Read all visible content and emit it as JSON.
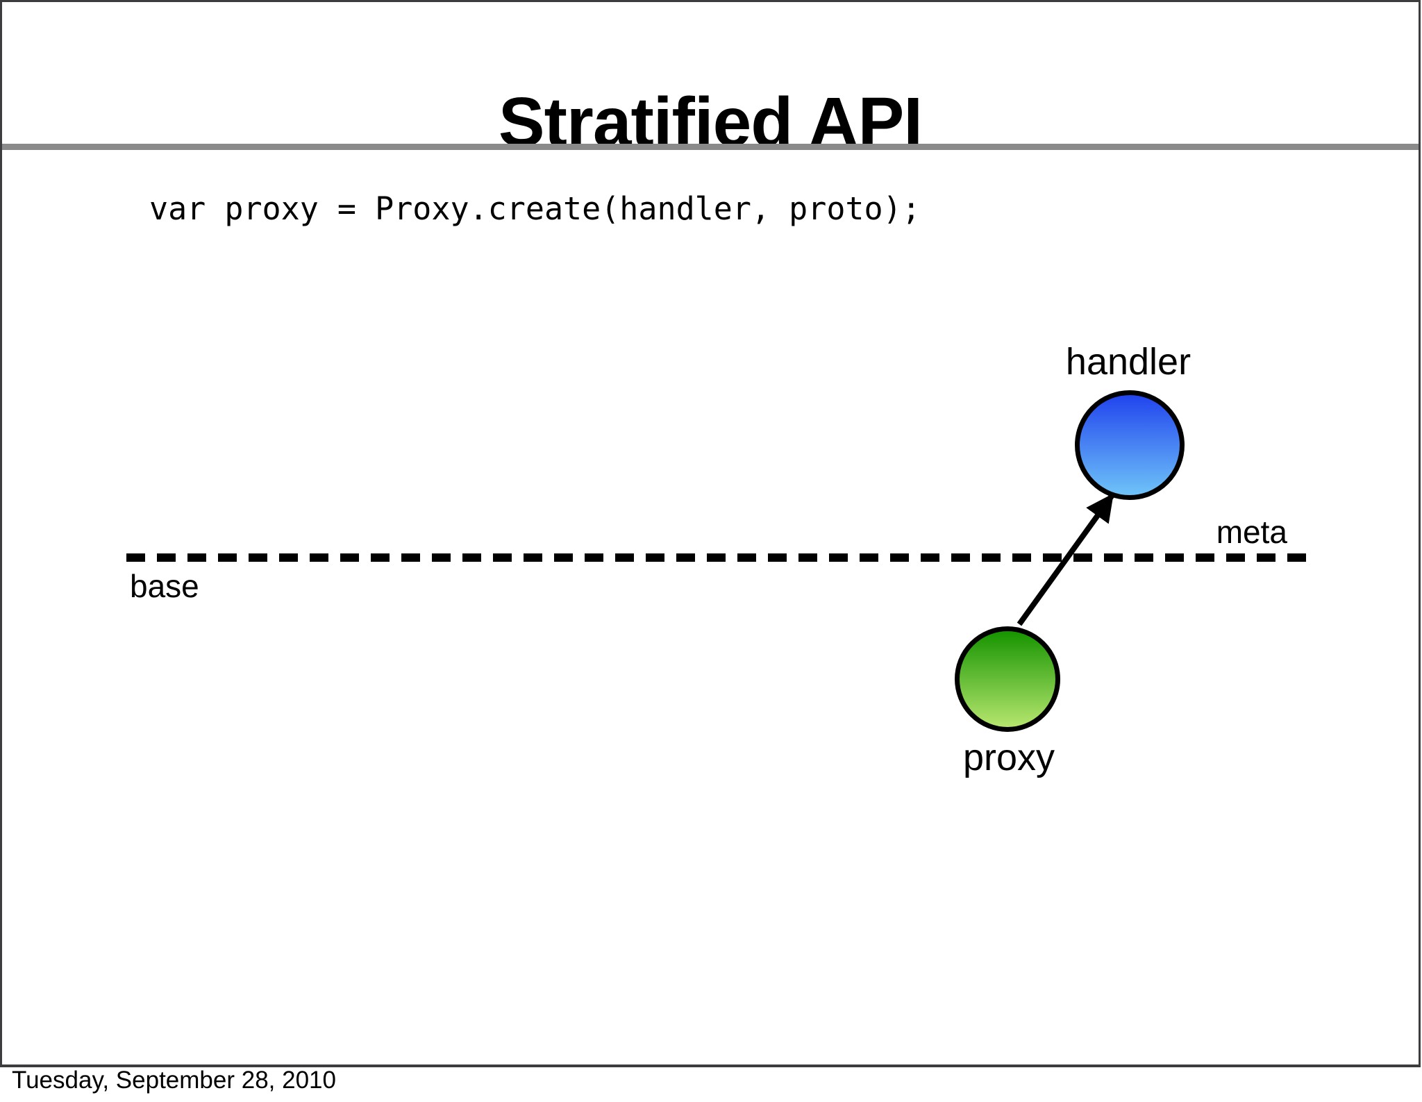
{
  "slide": {
    "title": "Stratified API",
    "code_line": "var proxy = Proxy.create(handler, proto);",
    "diagram": {
      "handler_label": "handler",
      "proxy_label": "proxy",
      "meta_label": "meta",
      "base_label": "base"
    },
    "colors": {
      "handler_gradient_top": "#2144ee",
      "handler_gradient_bottom": "#6fc3f8",
      "proxy_gradient_top": "#169400",
      "proxy_gradient_bottom": "#b6e66e",
      "divider_gray": "#8a8a8a",
      "slide_border": "#3d3d3f",
      "line_black": "#000000"
    }
  },
  "footer": {
    "date": "Tuesday, September 28, 2010"
  }
}
